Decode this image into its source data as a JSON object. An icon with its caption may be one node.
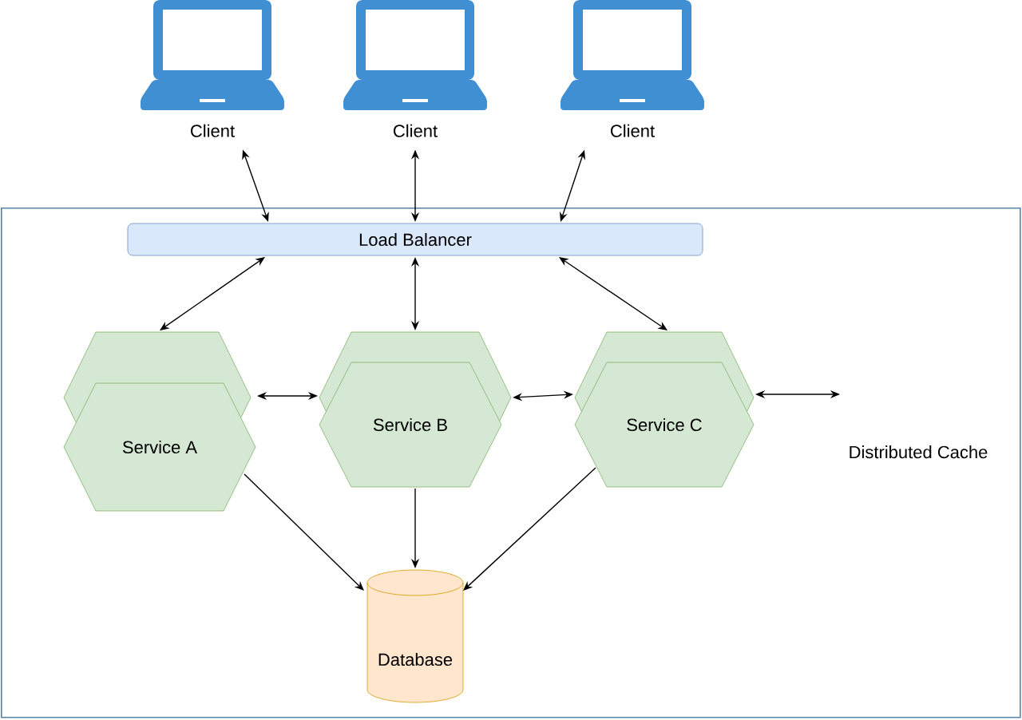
{
  "diagram": {
    "nodes": [
      {
        "text": [
          "Client"
        ]
      },
      {
        "text": [
          "Client"
        ]
      },
      {
        "text": [
          "Client"
        ]
      },
      {
        "text": [],
        "shape": "box"
      },
      {
        "text": [
          "Load Balancer"
        ],
        "in": 3
      },
      {
        "text": [
          "Service A"
        ],
        "in": 3
      },
      {
        "text": [
          "Service B"
        ],
        "in": 3
      },
      {
        "text": [
          "Service C"
        ],
        "in": 3
      },
      {
        "text": [
          "Distributed Cache"
        ],
        "in": 3
      },
      {
        "text": [
          "Database"
        ],
        "in": 3
      }
    ],
    "edges": [
      {
        "from": 0,
        "to": 4,
        "arrow": "both"
      },
      {
        "from": 1,
        "to": 4,
        "arrow": "both"
      },
      {
        "from": 2,
        "to": 4,
        "arrow": "both"
      },
      {
        "from": 4,
        "to": 5,
        "arrow": "both"
      },
      {
        "from": 4,
        "to": 6,
        "arrow": "both"
      },
      {
        "from": 4,
        "to": 7,
        "arrow": "both"
      },
      {
        "from": 5,
        "to": 6,
        "arrow": "both"
      },
      {
        "from": 6,
        "to": 7,
        "arrow": "both"
      },
      {
        "from": 7,
        "to": 8,
        "arrow": "both"
      },
      {
        "from": 5,
        "to": 9,
        "arrow": "to"
      },
      {
        "from": 6,
        "to": 9,
        "arrow": "to"
      },
      {
        "from": 7,
        "to": 9,
        "arrow": "to"
      }
    ]
  }
}
